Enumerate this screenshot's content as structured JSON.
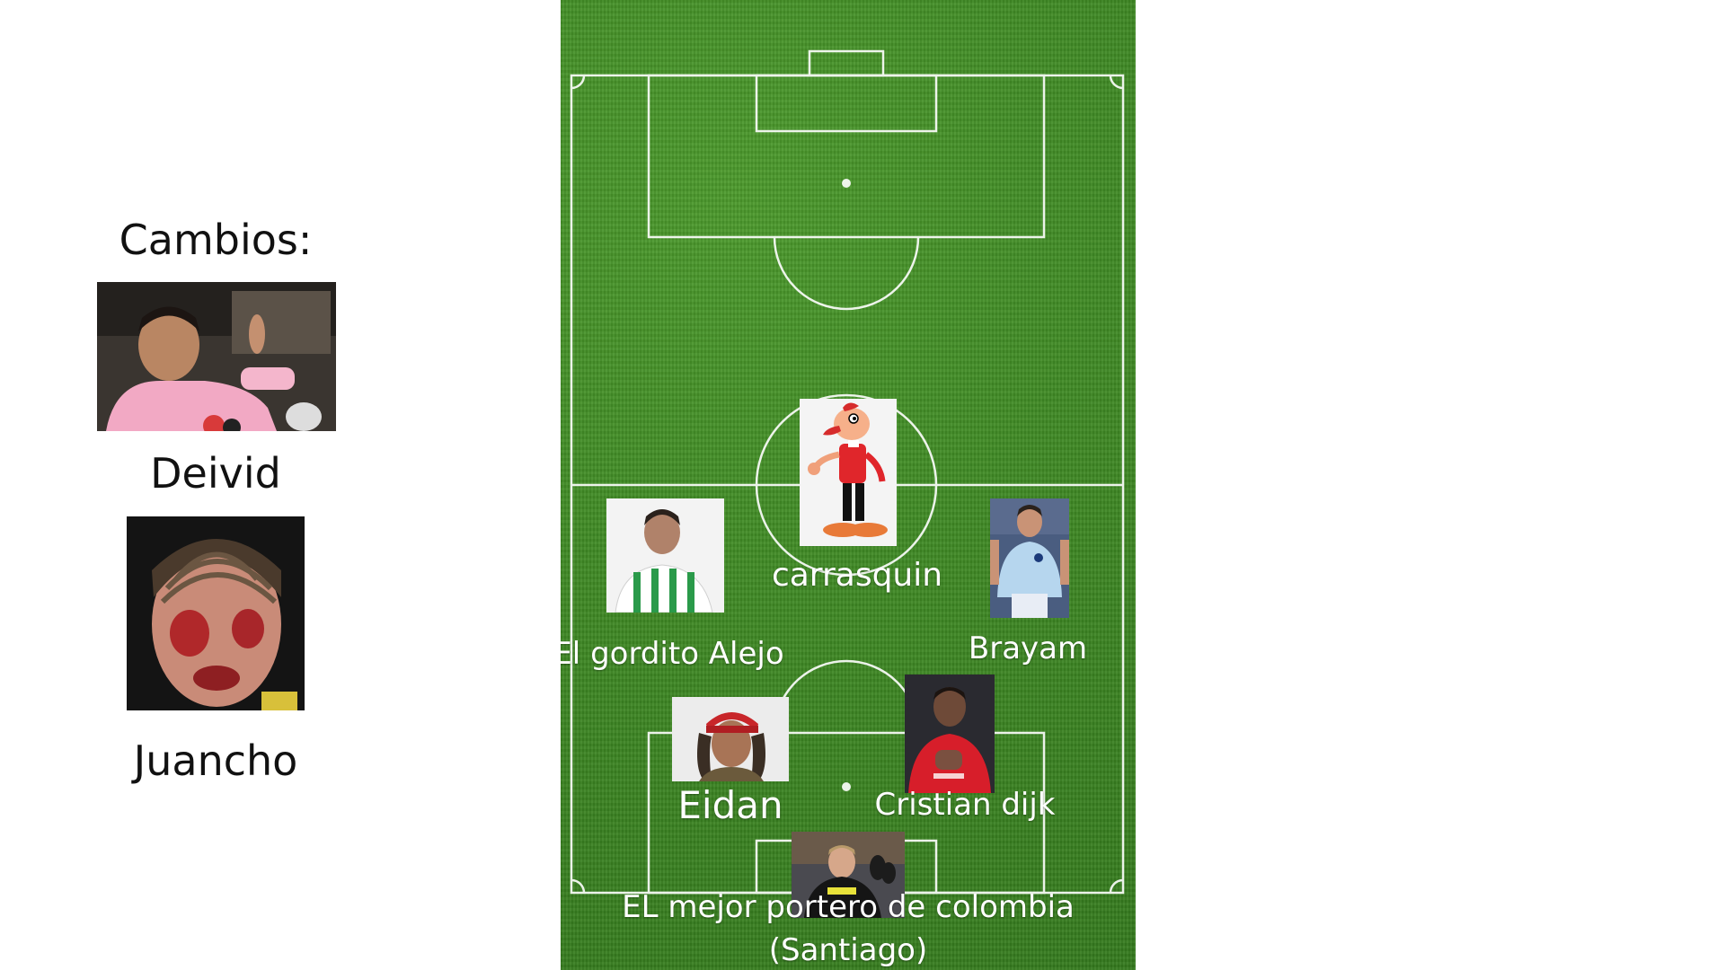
{
  "bench": {
    "title": "Cambios:",
    "players": [
      {
        "name": "Deivid"
      },
      {
        "name": "Juancho"
      }
    ]
  },
  "field": {
    "players": [
      {
        "name": "carrasquin",
        "photo_icon": "cartoon-condor-mascot"
      },
      {
        "name": "El gordito Alejo",
        "photo_icon": "player-white-green-jersey"
      },
      {
        "name": "Brayam",
        "photo_icon": "player-light-blue-jersey"
      },
      {
        "name": "Eidan",
        "photo_icon": "man-red-cap"
      },
      {
        "name": "Cristian dijk",
        "photo_icon": "player-red-jersey"
      },
      {
        "name": "EL mejor portero de colombia",
        "name_line2": "(Santiago)",
        "photo_icon": "goalkeeper-black-kit"
      }
    ]
  },
  "colors": {
    "grass": "#3f8a24",
    "lines": "#ffffff"
  }
}
